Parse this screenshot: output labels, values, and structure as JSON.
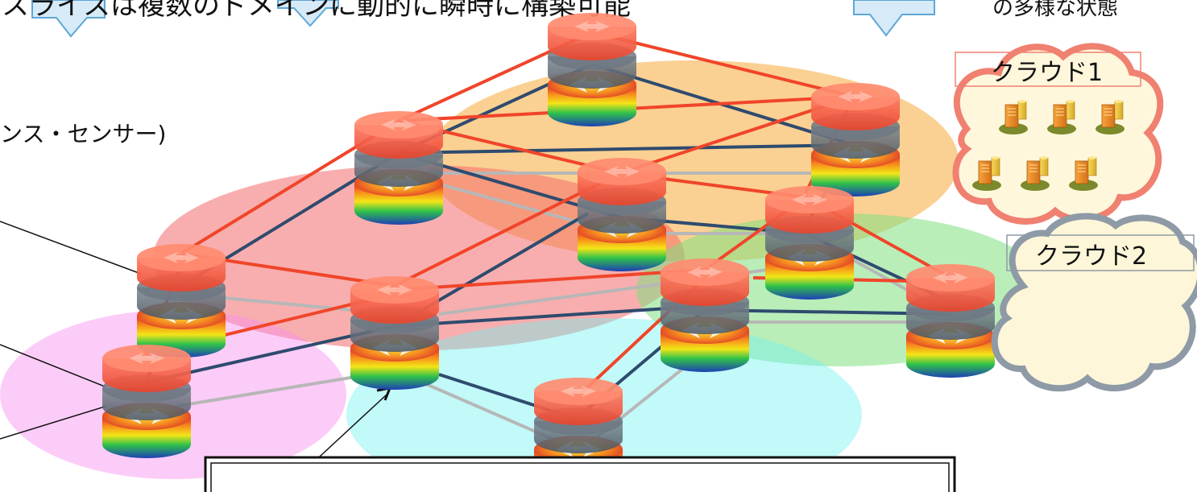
{
  "header": {
    "left_caption": "スライスは複数のドメインに動的に瞬時に構築可能",
    "right_caption": "の多様な状態"
  },
  "side_label": "ンス・センサー)",
  "clouds": [
    {
      "label": "クラウド1",
      "border": "#f08070",
      "fill": "#fef7dc"
    },
    {
      "label": "クラウド2",
      "border": "#8e9aa6",
      "fill": "#fdf6d8"
    }
  ],
  "bottom_box_text": "",
  "colors": {
    "slice_red": "#f0452a",
    "slice_navy": "#2f4b6e",
    "slice_gray": "#b7b7b7",
    "domain_orange": "#f7a93b",
    "domain_red": "#f26c6c",
    "domain_green": "#7fe07f",
    "domain_pink": "#f98ff0",
    "domain_cyan": "#6ef0f0",
    "arrow_blue_fill": "#d6eaf8",
    "arrow_blue_stroke": "#5fa7d6"
  },
  "icons": [
    "router-icon",
    "server-icon",
    "callout-arrow-icon"
  ]
}
